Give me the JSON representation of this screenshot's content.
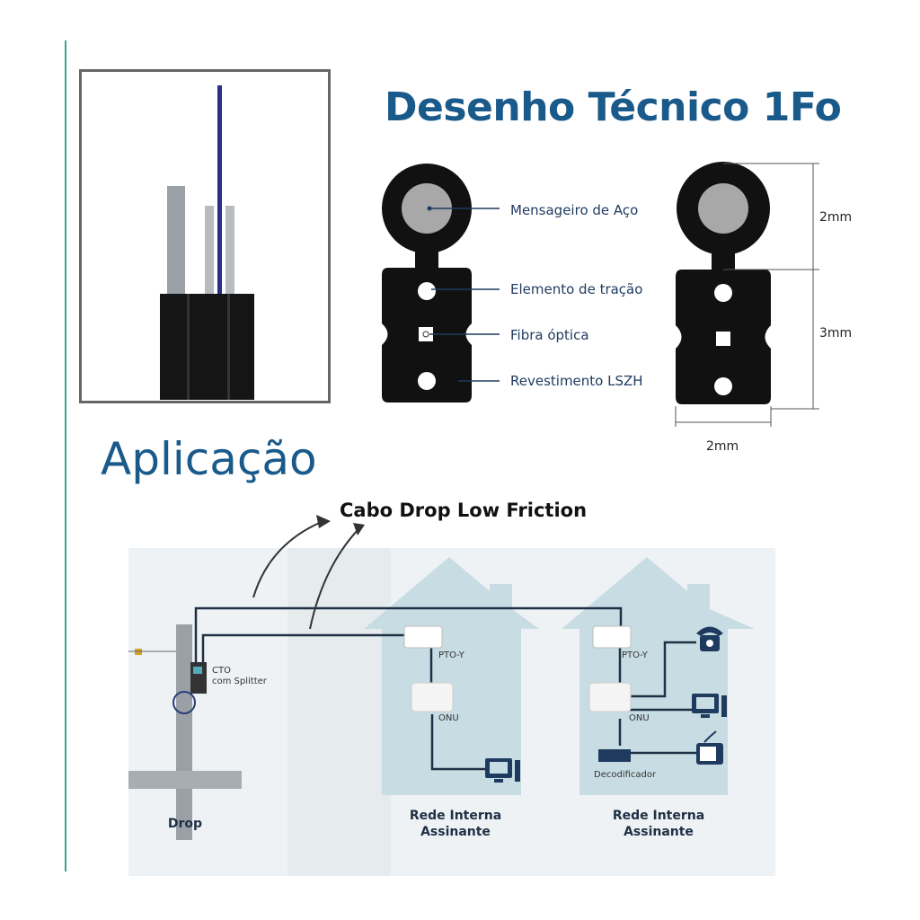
{
  "title": "Desenho Técnico 1Fo",
  "labels": {
    "messenger": "Mensageiro de Aço",
    "strength": "Elemento de tração",
    "fiber": "Fibra óptica",
    "jacket": "Revestimento LSZH"
  },
  "dimensions": {
    "top_height": "2mm",
    "body_height": "3mm",
    "width": "2mm"
  },
  "application_title": "Aplicação",
  "cable_label": "Cabo Drop Low Friction",
  "diagram": {
    "cto": [
      "CTO",
      "com Splitter"
    ],
    "pto_left": "PTO-Y",
    "onu_left": "ONU",
    "pto_right": "PTO-Y",
    "onu_right": "ONU",
    "decoder": "Decodificador",
    "drop": "Drop",
    "house_left": [
      "Rede Interna",
      "Assinante"
    ],
    "house_right": [
      "Rede Interna",
      "Assinante"
    ]
  },
  "colors": {
    "brand": "#1a5a8a",
    "accent_line": "#3aa38f",
    "icon": "#1f3a5f"
  }
}
